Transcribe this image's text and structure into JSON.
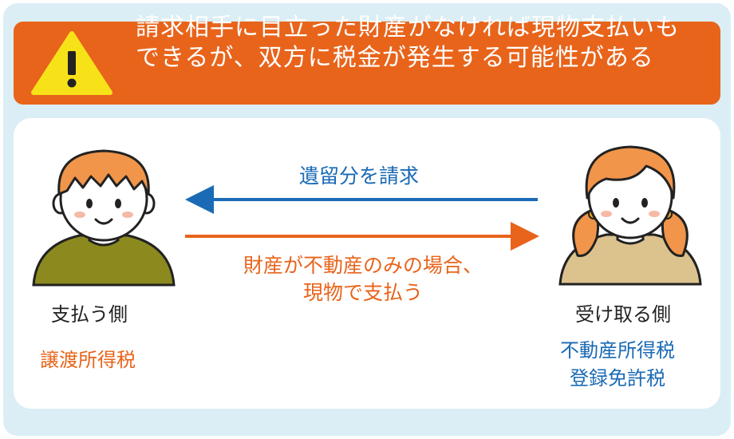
{
  "colors": {
    "banner": "#e8641b",
    "frame": "#dbeef5",
    "blue": "#1a6ab5",
    "orange": "#e8641b",
    "warning_yellow": "#f7e219"
  },
  "banner": {
    "icon": "warning-icon",
    "line1": "請求相手に目立った財産がなければ現物支払いも",
    "line2": "できるが、双方に税金が発生する可能性がある"
  },
  "left_person": {
    "label": "支払う側",
    "tax": "譲渡所得税"
  },
  "right_person": {
    "label": "受け取る側",
    "taxes": [
      "不動産所得税",
      "登録免許税"
    ]
  },
  "arrows": {
    "request_label": "遺留分を請求",
    "payment_label_line1": "財産が不動産のみの場合、",
    "payment_label_line2": "現物で支払う"
  }
}
